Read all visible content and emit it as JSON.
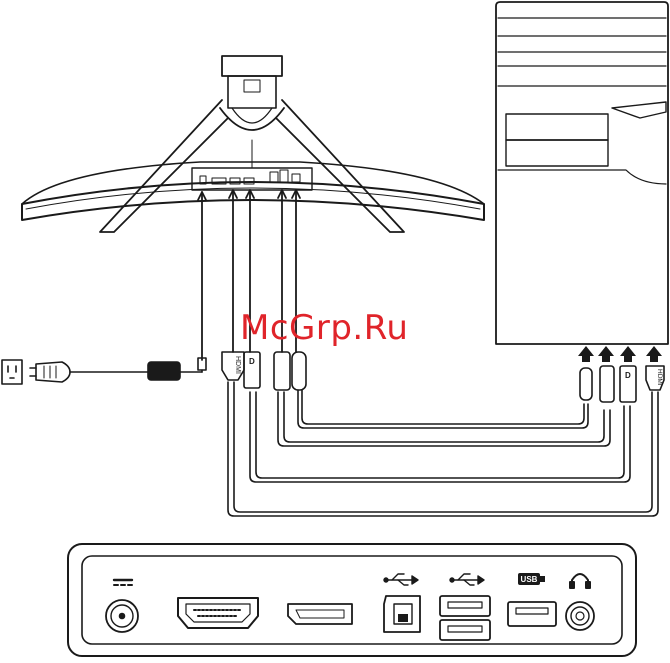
{
  "watermark": "McGrp.Ru",
  "connector_labels": {
    "hdmi": "HDMI",
    "displayport": "D",
    "usb": "USB"
  },
  "colors": {
    "line": "#1a1a1a",
    "watermark": "#e0242a"
  },
  "icons": [
    "dc-power-icon",
    "usb-trident-icon",
    "usb-trident-icon",
    "usb-charge-icon",
    "headphone-icon",
    "ac-outlet-icon",
    "power-plug-icon",
    "arrow-up-icon"
  ]
}
